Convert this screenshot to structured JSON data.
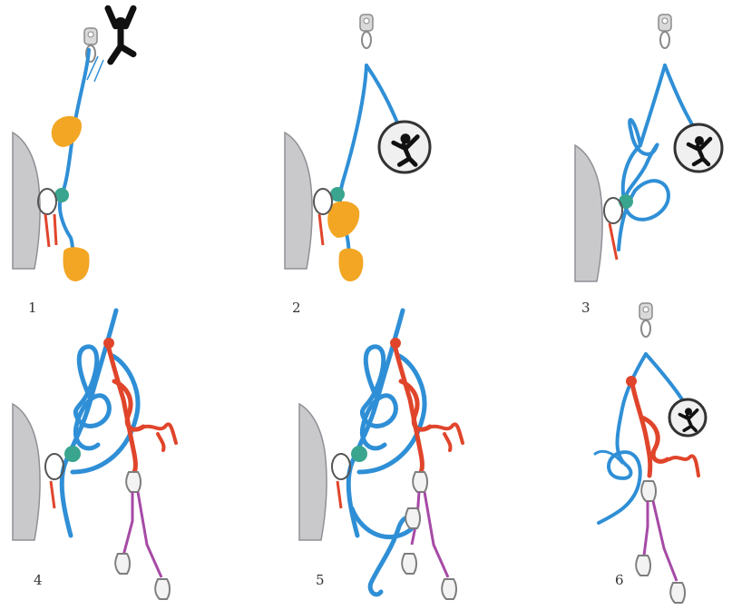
{
  "steps": [
    {
      "number": "1"
    },
    {
      "number": "2"
    },
    {
      "number": "3"
    },
    {
      "number": "4"
    },
    {
      "number": "5"
    },
    {
      "number": "6"
    }
  ],
  "colors": {
    "blue_rope": "#2f8fd6",
    "red_cord": "#e0452b",
    "purple_sling": "#a64aa6",
    "orange_glove": "#f2a623",
    "teal_device": "#3aa58f",
    "rock": "#c9c9cc",
    "rock_edge": "#8f8f95",
    "metal": "#9c9c9c",
    "figure": "#111111"
  }
}
